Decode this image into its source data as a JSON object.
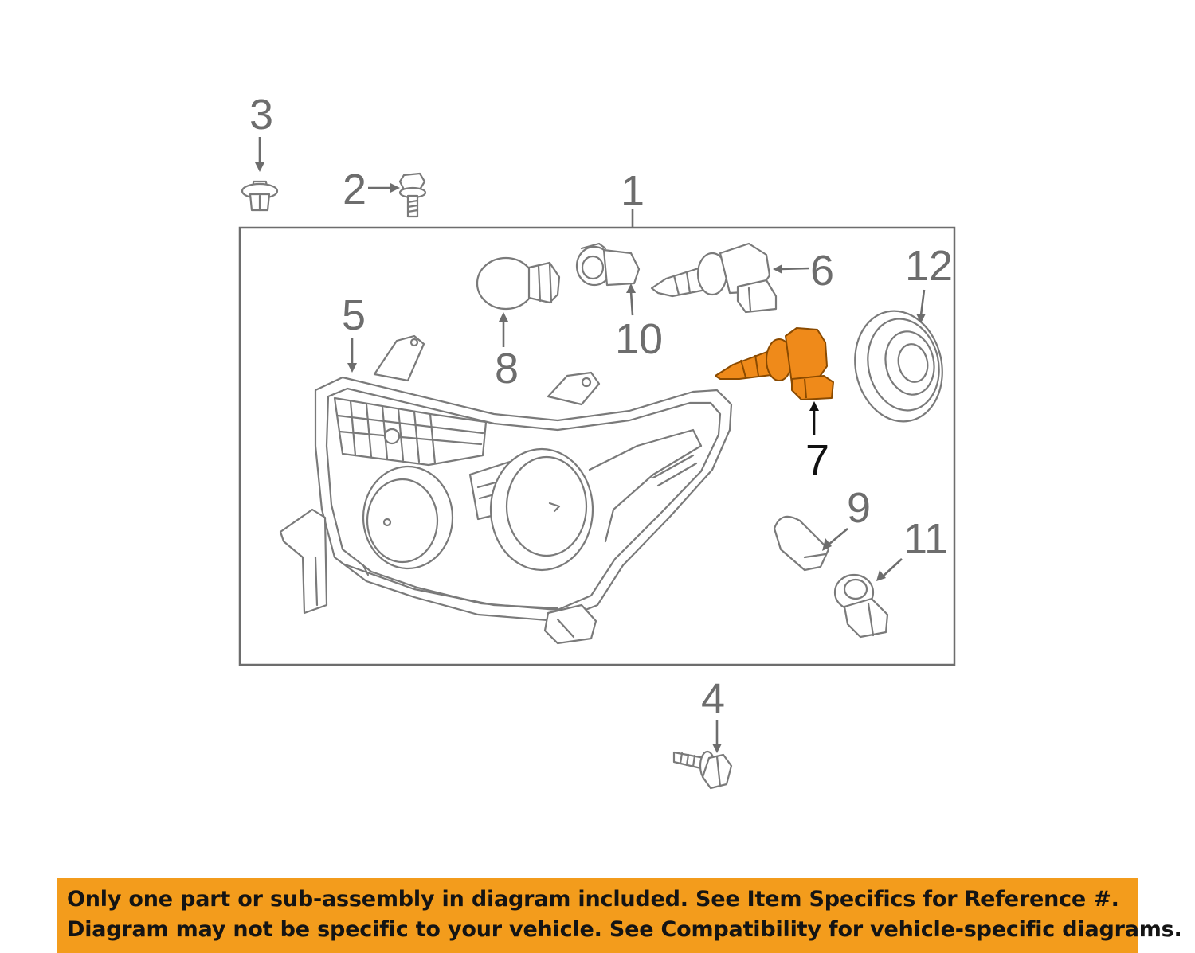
{
  "diagram": {
    "callouts": [
      {
        "id": "1",
        "label": "1"
      },
      {
        "id": "2",
        "label": "2"
      },
      {
        "id": "3",
        "label": "3"
      },
      {
        "id": "4",
        "label": "4"
      },
      {
        "id": "5",
        "label": "5"
      },
      {
        "id": "6",
        "label": "6"
      },
      {
        "id": "7",
        "label": "7"
      },
      {
        "id": "8",
        "label": "8"
      },
      {
        "id": "9",
        "label": "9"
      },
      {
        "id": "10",
        "label": "10"
      },
      {
        "id": "11",
        "label": "11"
      },
      {
        "id": "12",
        "label": "12"
      }
    ],
    "highlighted_part": "7",
    "colors": {
      "highlight": "#ef8a1a",
      "line_art": "#7a7a7a",
      "banner": "#f39c1c"
    }
  },
  "disclaimer": {
    "line1": "Only one part or sub-assembly in diagram included. See Item Specifics for Reference #.",
    "line2": "Diagram may not be specific to your vehicle. See Compatibility for vehicle-specific diagrams."
  }
}
